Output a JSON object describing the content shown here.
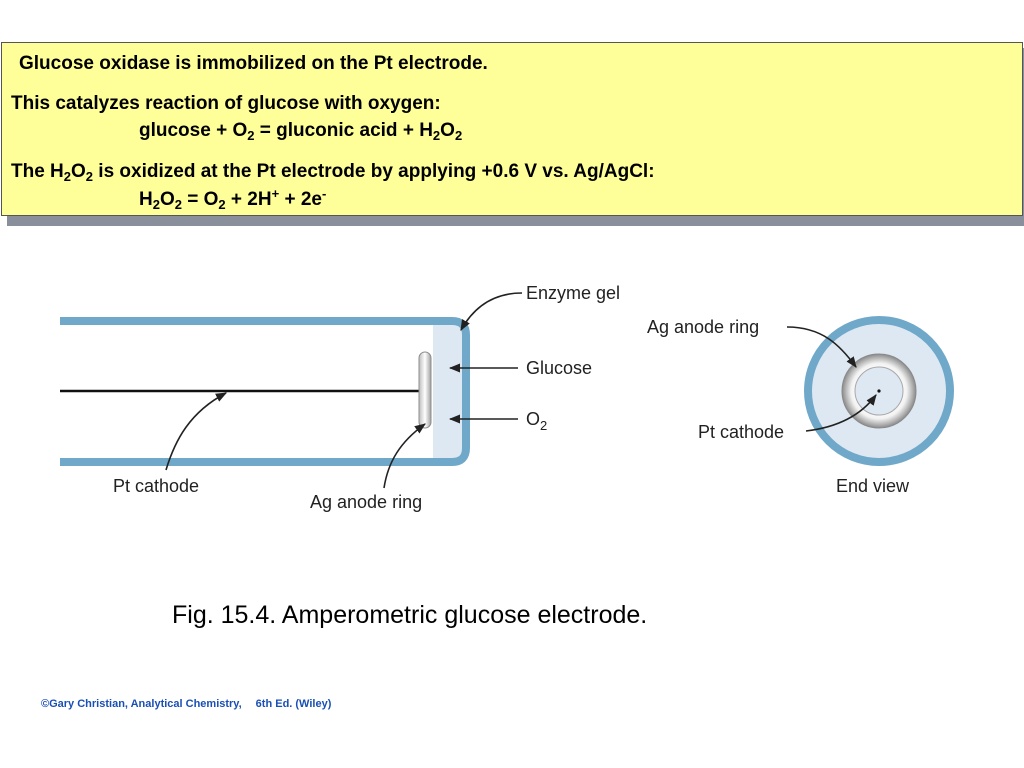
{
  "callout": {
    "line1": "Glucose oxidase is immobilized on the Pt electrode.",
    "line2": "This catalyzes reaction of glucose with oxygen:",
    "eq1": {
      "a": "glucose + O",
      "a_sub": "2",
      "b": " = gluconic acid + H",
      "b_sub": "2",
      "c": "O",
      "c_sub": "2"
    },
    "line3": {
      "a": "The H",
      "a_sub": "2",
      "b": "O",
      "b_sub": "2",
      "c": " is oxidized at the Pt electrode by applying +0.6 V vs. Ag/AgCl:"
    },
    "eq2": {
      "a": "H",
      "a_sub": "2",
      "b": "O",
      "b_sub": "2",
      "c": " = O",
      "c_sub": "2",
      "d": " + 2H",
      "d_sup": "+",
      "e": " + 2e",
      "e_sup": "-"
    }
  },
  "diagram": {
    "labels": {
      "enzyme_gel": "Enzyme gel",
      "glucose": "Glucose",
      "o2_main": "O",
      "o2_sub": "2",
      "pt_cathode_side": "Pt cathode",
      "ag_anode_side": "Ag anode ring",
      "ag_anode_end": "Ag anode ring",
      "pt_cathode_end": "Pt cathode",
      "end_view": "End view"
    },
    "colors": {
      "tube": "#6fa8c9",
      "gel": "#dde8f2",
      "arrow": "#222222"
    }
  },
  "caption": "Fig. 15.4. Amperometric glucose electrode.",
  "credit": {
    "part1": "©Gary Christian, Analytical Chemistry,",
    "part2": "6th Ed. (Wiley)"
  }
}
